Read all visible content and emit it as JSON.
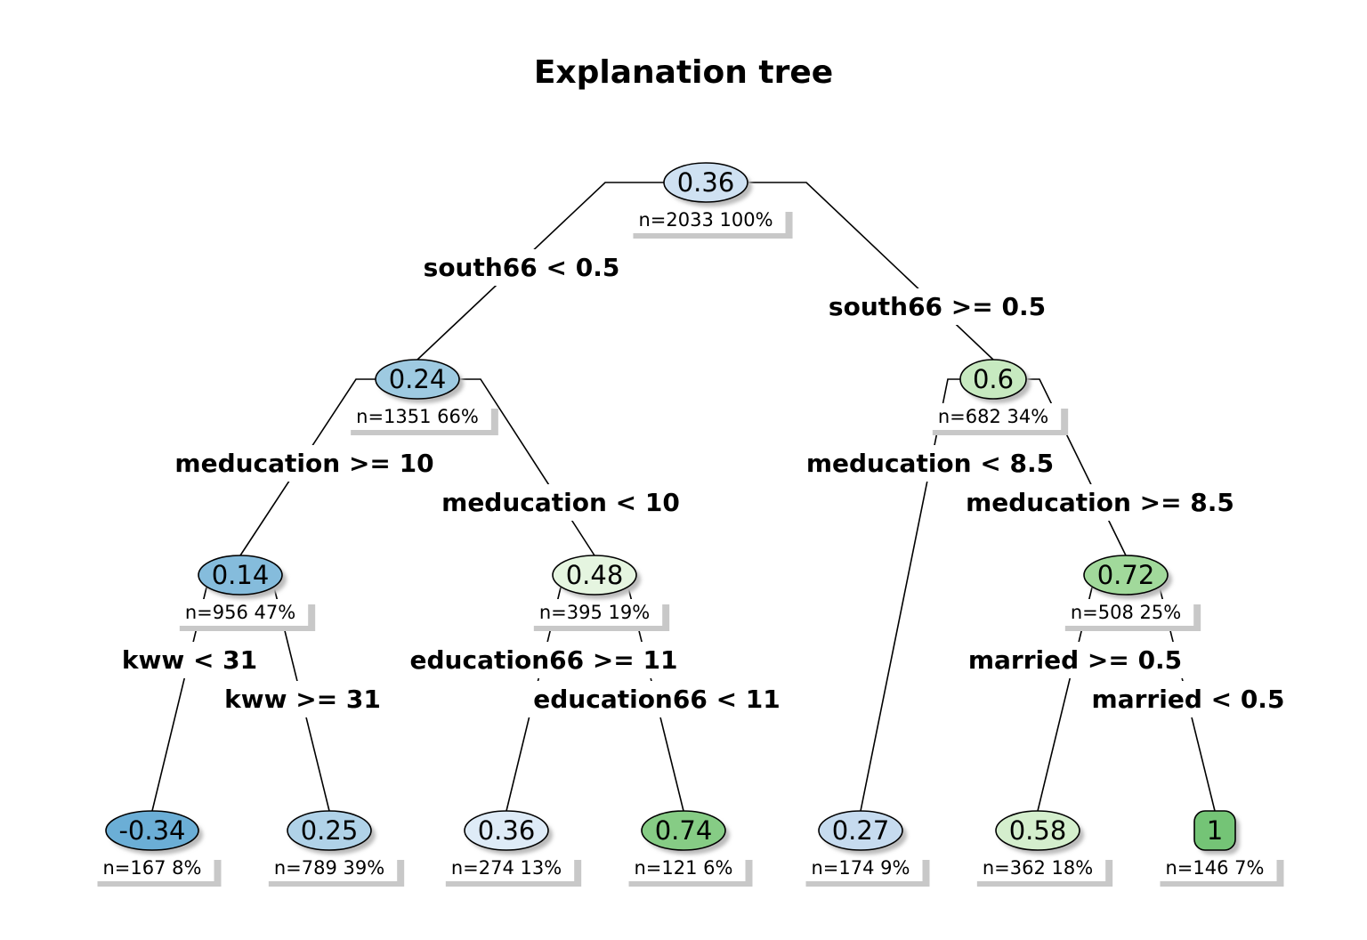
{
  "title": "Explanation tree",
  "nodes": [
    {
      "id": "root",
      "value": "0.36",
      "n": "n=2033  100%",
      "fill": "#cfe1f2"
    },
    {
      "id": "l",
      "value": "0.24",
      "n": "n=1351  66%",
      "fill": "#9ecae1"
    },
    {
      "id": "r",
      "value": "0.6",
      "n": "n=682  34%",
      "fill": "#c7e9c0"
    },
    {
      "id": "ll",
      "value": "0.14",
      "n": "n=956  47%",
      "fill": "#85bcdc"
    },
    {
      "id": "lr",
      "value": "0.48",
      "n": "n=395  19%",
      "fill": "#e5f5e0"
    },
    {
      "id": "rr",
      "value": "0.72",
      "n": "n=508  25%",
      "fill": "#a1d99b"
    },
    {
      "id": "lll",
      "value": "-0.34",
      "n": "n=167  8%",
      "fill": "#6baed6"
    },
    {
      "id": "llr",
      "value": "0.25",
      "n": "n=789  39%",
      "fill": "#b0d2e8"
    },
    {
      "id": "lrl",
      "value": "0.36",
      "n": "n=274  13%",
      "fill": "#deebf7"
    },
    {
      "id": "lrr",
      "value": "0.74",
      "n": "n=121  6%",
      "fill": "#86cc85"
    },
    {
      "id": "rl",
      "value": "0.27",
      "n": "n=174  9%",
      "fill": "#c6dbef"
    },
    {
      "id": "rrl",
      "value": "0.58",
      "n": "n=362  18%",
      "fill": "#d4eecd"
    },
    {
      "id": "rrr",
      "value": "1",
      "n": "n=146  7%",
      "fill": "#74c476"
    }
  ],
  "splits": [
    {
      "from": "root",
      "to": "l",
      "label": "south66 < 0.5"
    },
    {
      "from": "root",
      "to": "r",
      "label": "south66 >= 0.5"
    },
    {
      "from": "l",
      "to": "ll",
      "label": "meducation >= 10"
    },
    {
      "from": "l",
      "to": "lr",
      "label": "meducation < 10"
    },
    {
      "from": "r",
      "to": "rl",
      "label": "meducation < 8.5"
    },
    {
      "from": "r",
      "to": "rr",
      "label": "meducation >= 8.5"
    },
    {
      "from": "ll",
      "to": "lll",
      "label": "kww < 31"
    },
    {
      "from": "ll",
      "to": "llr",
      "label": "kww >= 31"
    },
    {
      "from": "lr",
      "to": "lrl",
      "label": "education66 >= 11"
    },
    {
      "from": "lr",
      "to": "lrr",
      "label": "education66 < 11"
    },
    {
      "from": "rr",
      "to": "rrl",
      "label": "married >= 0.5"
    },
    {
      "from": "rr",
      "to": "rrr",
      "label": "married < 0.5"
    }
  ]
}
